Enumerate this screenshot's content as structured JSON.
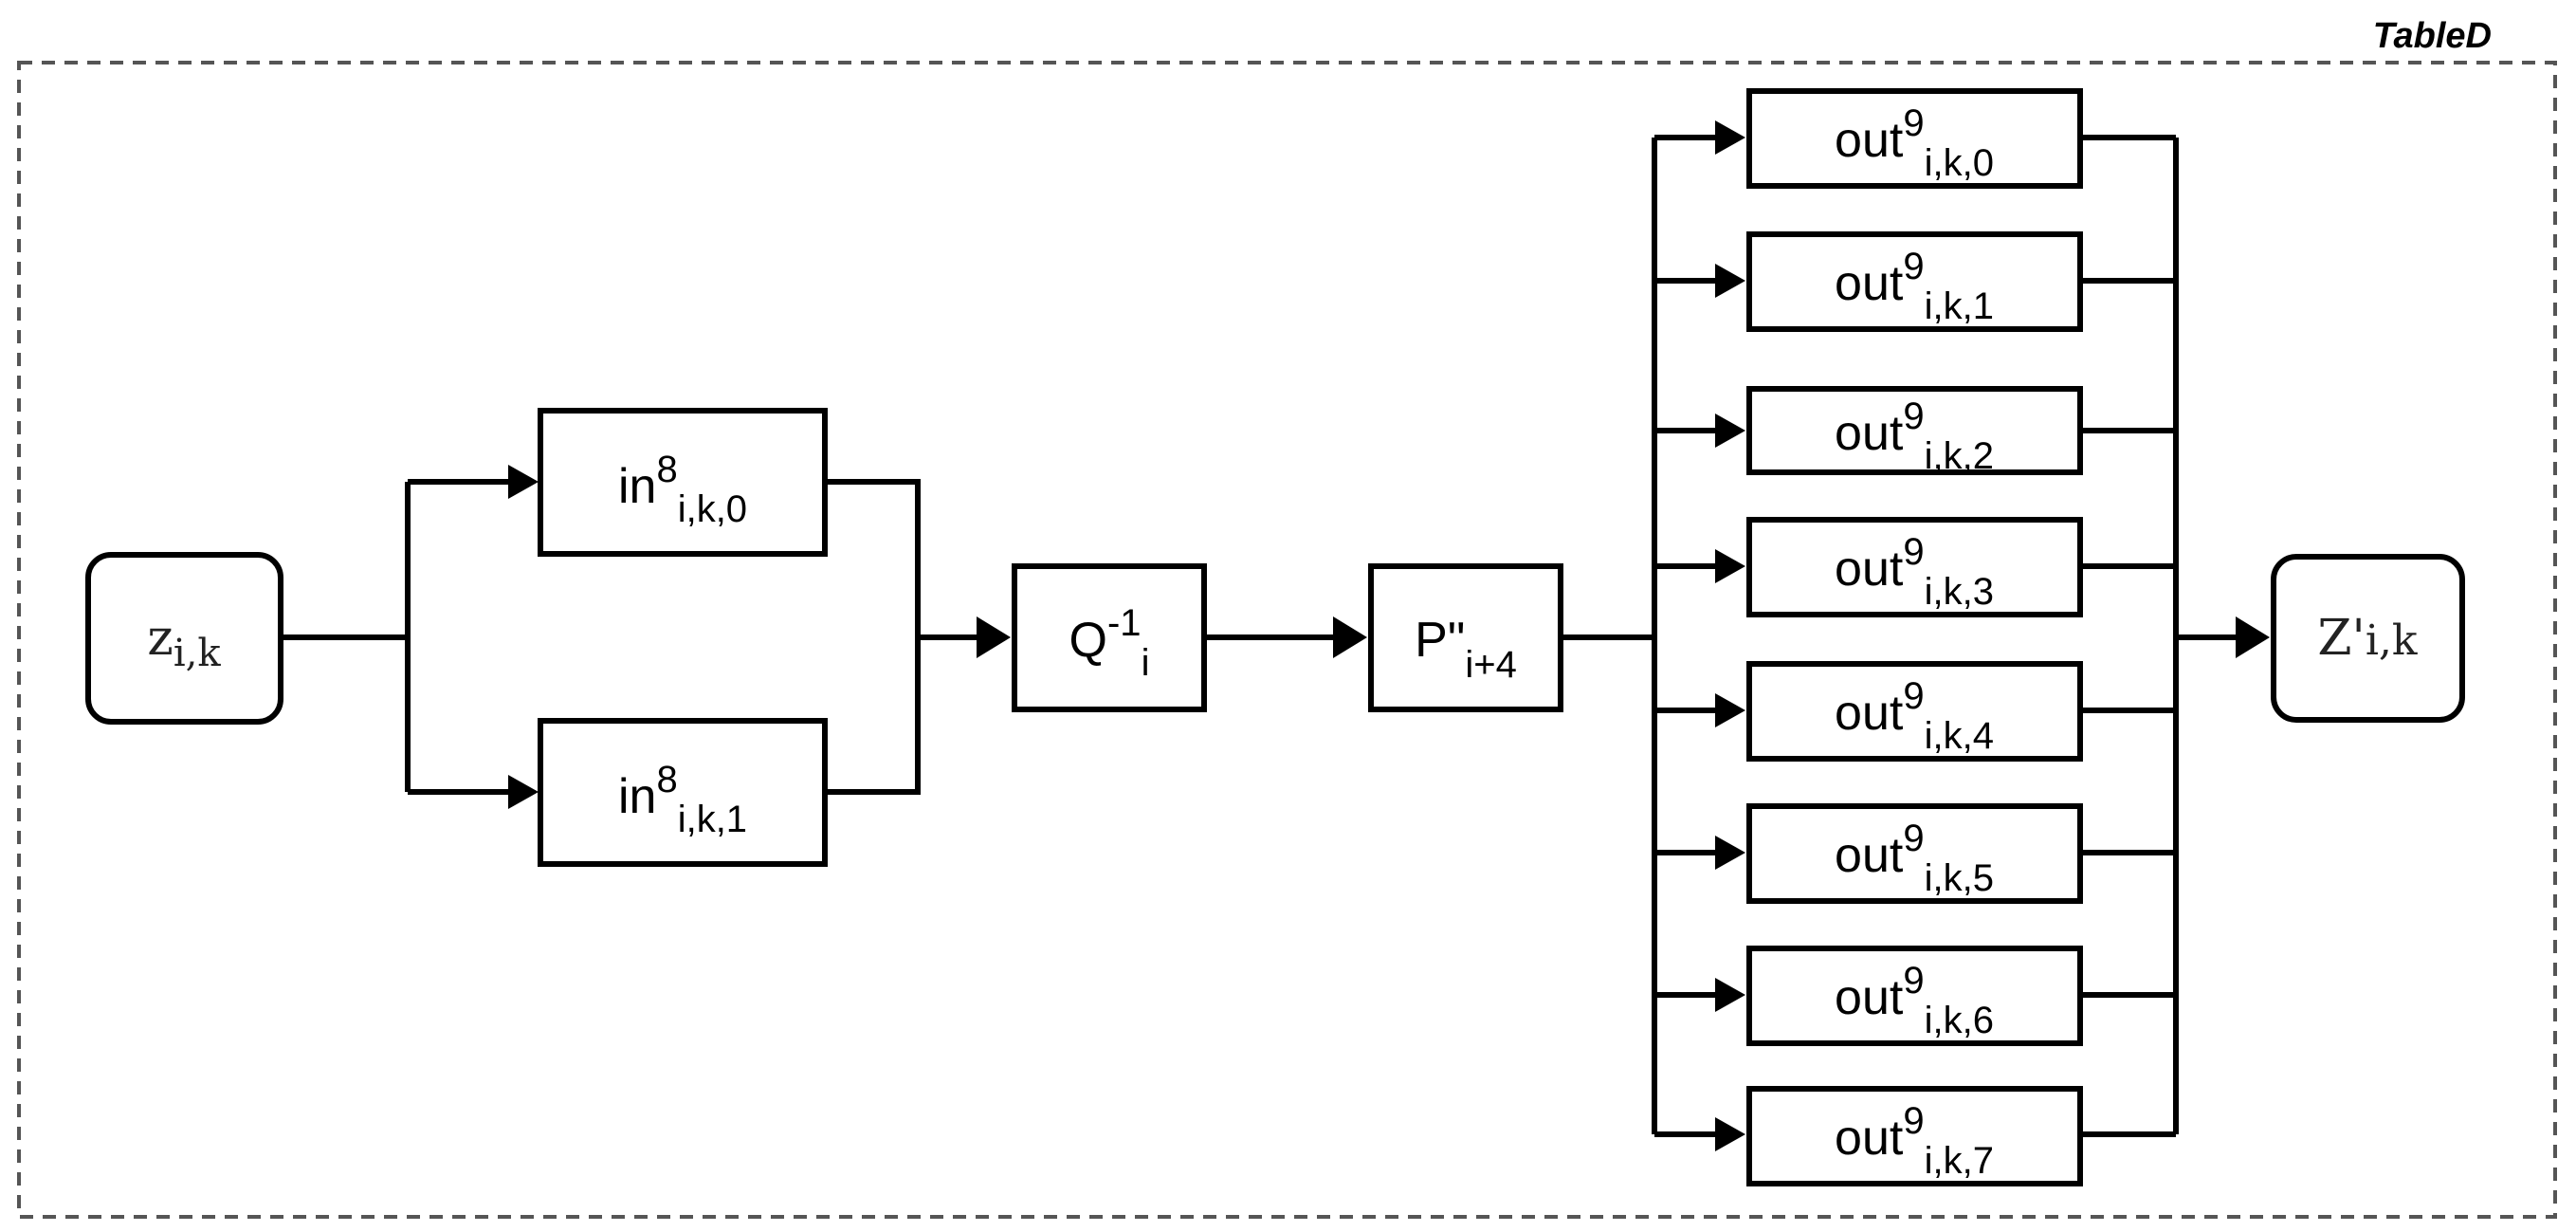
{
  "container": {
    "label": "TableD"
  },
  "nodes": {
    "input": {
      "main": "z",
      "sub": "i,k"
    },
    "in8_0": {
      "main": "in",
      "sup": "8",
      "sub": "i,k,0"
    },
    "in8_1": {
      "main": "in",
      "sup": "8",
      "sub": "i,k,1"
    },
    "q_inv": {
      "main": "Q",
      "sup": "-1",
      "sub": "i"
    },
    "p_dd": {
      "main": "P\"",
      "sub": "i+4"
    },
    "outputs": [
      {
        "main": "out",
        "sup": "9",
        "sub": "i,k,0"
      },
      {
        "main": "out",
        "sup": "9",
        "sub": "i,k,1"
      },
      {
        "main": "out",
        "sup": "9",
        "sub": "i,k,2"
      },
      {
        "main": "out",
        "sup": "9",
        "sub": "i,k,3"
      },
      {
        "main": "out",
        "sup": "9",
        "sub": "i,k,4"
      },
      {
        "main": "out",
        "sup": "9",
        "sub": "i,k,5"
      },
      {
        "main": "out",
        "sup": "9",
        "sub": "i,k,6"
      },
      {
        "main": "out",
        "sup": "9",
        "sub": "i,k,7"
      }
    ],
    "result": {
      "main": "Z'",
      "sub": "i,k"
    }
  },
  "colors": {
    "stroke": "#000000",
    "background": "#ffffff",
    "container_border": "#555555"
  }
}
